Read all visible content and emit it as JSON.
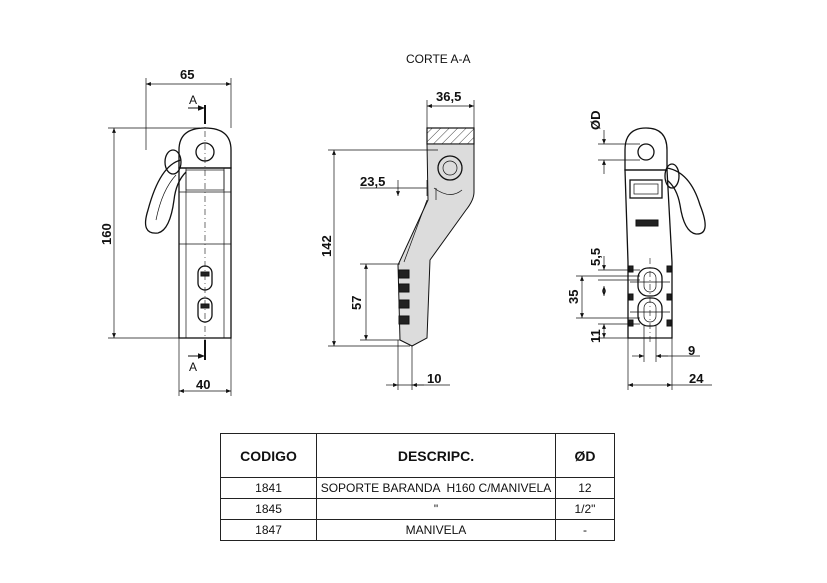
{
  "section_title": "CORTE A-A",
  "section_marks": [
    "A",
    "A"
  ],
  "dimensions": {
    "left_view": {
      "top_width": "65",
      "height": "160",
      "bottom_width": "40"
    },
    "section_view": {
      "top": "36,5",
      "offset": "23,5",
      "height": "142",
      "slot_height": "57",
      "bottom": "10"
    },
    "right_view": {
      "diameter": "ØD",
      "slot_offset": "5,5",
      "slot_pitch": "35",
      "slot_bottom": "11",
      "slot_width": "9",
      "width": "24"
    }
  },
  "table": {
    "headers": [
      "CODIGO",
      "DESCRIPC.",
      "ØD"
    ],
    "rows": [
      [
        "1841",
        "SOPORTE BARANDA  H160 C/MANIVELA",
        "12"
      ],
      [
        "1845",
        "\"",
        "1/2\""
      ],
      [
        "1847",
        "MANIVELA",
        "-"
      ]
    ]
  }
}
